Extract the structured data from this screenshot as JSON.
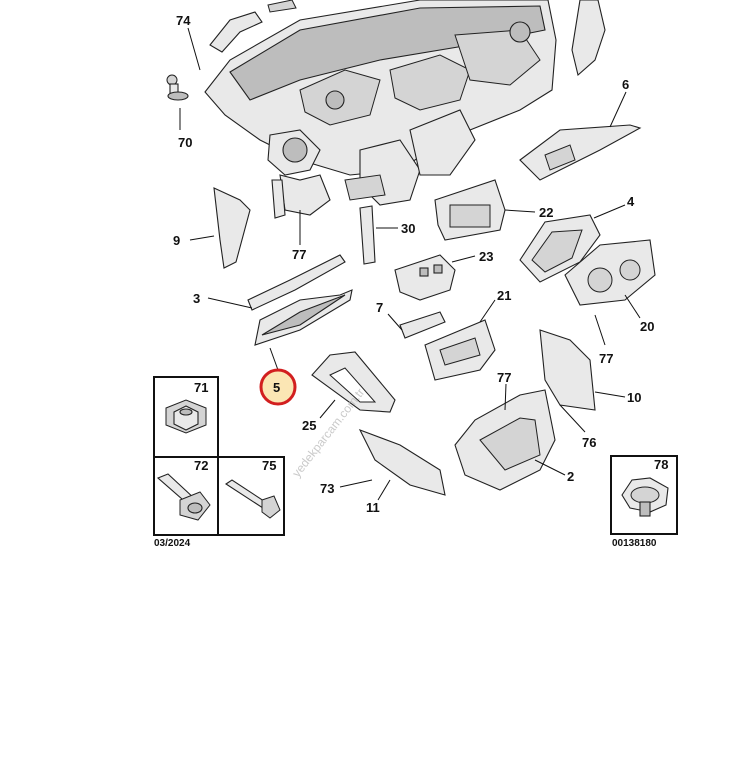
{
  "diagram": {
    "callouts": {
      "c74": "74",
      "c70": "70",
      "c6": "6",
      "c9": "9",
      "c77a": "77",
      "c30": "30",
      "c22": "22",
      "c4": "4",
      "c23": "23",
      "c3": "3",
      "c7": "7",
      "c21": "21",
      "c20": "20",
      "c77b": "77",
      "c5": "5",
      "c77c": "77",
      "c10": "10",
      "c25": "25",
      "c76": "76",
      "c2": "2",
      "c73": "73",
      "c11": "11",
      "c71": "71",
      "c72": "72",
      "c75": "75",
      "c78": "78"
    },
    "highlight_color": "#d21f1f",
    "highlight_fill": "#fbe6b4",
    "date_code": "03/2024",
    "ref_code": "00138180",
    "watermark": "yedekparcam.com.tr"
  }
}
